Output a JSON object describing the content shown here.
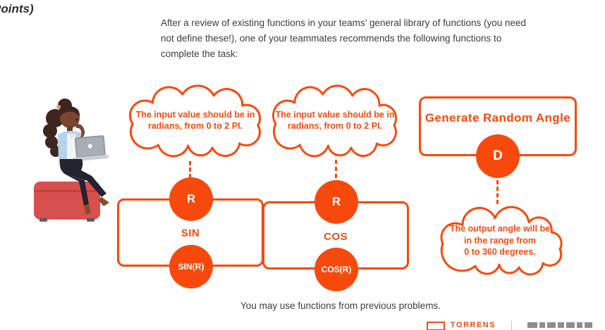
{
  "header": {
    "clipped_title": "Points)"
  },
  "intro": {
    "text": "After a review of existing functions in your teams’ general library of functions (you need not define these!), one of your teammates recommends the following functions to complete the task:"
  },
  "diagram": {
    "sin_cloud_note": "The input value should be in\nradians, from 0 to 2 PI.",
    "cos_cloud_note": "The input value should be in\nradians, from 0 to 2 PI.",
    "output_cloud_note": "The output angle will be\nin the range from\n0 to 360 degrees.",
    "random_angle": {
      "title": "Generate Random Angle",
      "output_var": "D"
    },
    "sin": {
      "name": "SIN",
      "input_var": "R",
      "output_var": "SIN(R)"
    },
    "cos": {
      "name": "COS",
      "input_var": "R",
      "output_var": "COS(R)"
    }
  },
  "footer": {
    "note": "You may use functions from previous problems.",
    "logo_text": "TORRENS"
  },
  "colors": {
    "accent": "#F7490C",
    "body_text": "#3C3C3C"
  },
  "icons": {
    "illustration": "woman-sitting-on-red-ottoman-with-laptop",
    "clouds": "thought-cloud-outline",
    "footer_mark": "torrens-logo-mark"
  }
}
